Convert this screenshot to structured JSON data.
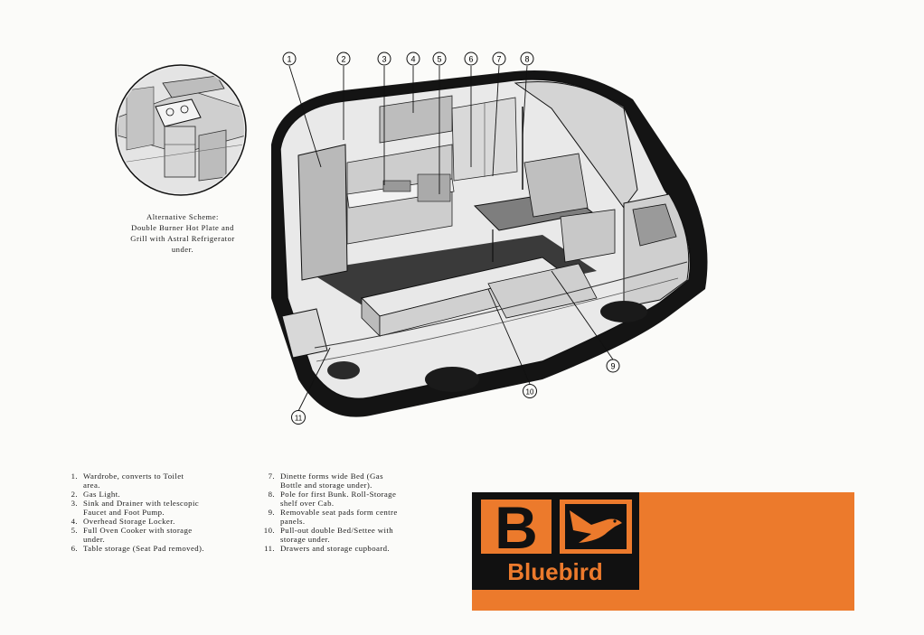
{
  "callouts": [
    "1",
    "2",
    "3",
    "4",
    "5",
    "6",
    "7",
    "8",
    "9",
    "10",
    "11"
  ],
  "caption": {
    "lines": [
      "Alternative Scheme:",
      "Double Burner Hot Plate and",
      "Grill with Astral Refrigerator",
      "under."
    ]
  },
  "legend": {
    "left": [
      {
        "num": "1.",
        "lines": [
          "Wardrobe, converts to Toilet",
          "area."
        ]
      },
      {
        "num": "2.",
        "lines": [
          "Gas Light."
        ]
      },
      {
        "num": "3.",
        "lines": [
          "Sink and Drainer with telescopic",
          "Faucet and Foot Pump."
        ]
      },
      {
        "num": "4.",
        "lines": [
          "Overhead Storage Locker."
        ]
      },
      {
        "num": "5.",
        "lines": [
          "Full Oven Cooker with storage",
          "under."
        ]
      },
      {
        "num": "6.",
        "lines": [
          "Table storage (Seat Pad removed)."
        ]
      }
    ],
    "right": [
      {
        "num": "7.",
        "lines": [
          "Dinette forms wide Bed (Gas",
          "Bottle and storage under)."
        ]
      },
      {
        "num": "8.",
        "lines": [
          "Pole for first Bunk. Roll-Storage",
          "shelf over Cab."
        ]
      },
      {
        "num": "9.",
        "lines": [
          "Removable seat pads form centre",
          "panels."
        ]
      },
      {
        "num": "10.",
        "lines": [
          "Pull-out double Bed/Settee with",
          "storage under."
        ]
      },
      {
        "num": "11.",
        "lines": [
          "Drawers and storage cupboard."
        ]
      }
    ]
  },
  "brand": {
    "letter": "B",
    "name": "Bluebird",
    "color": "#ec7a2c",
    "logo_bg": "#111111",
    "logo_fg": "#ec7a2c",
    "icon": "bird-icon"
  }
}
